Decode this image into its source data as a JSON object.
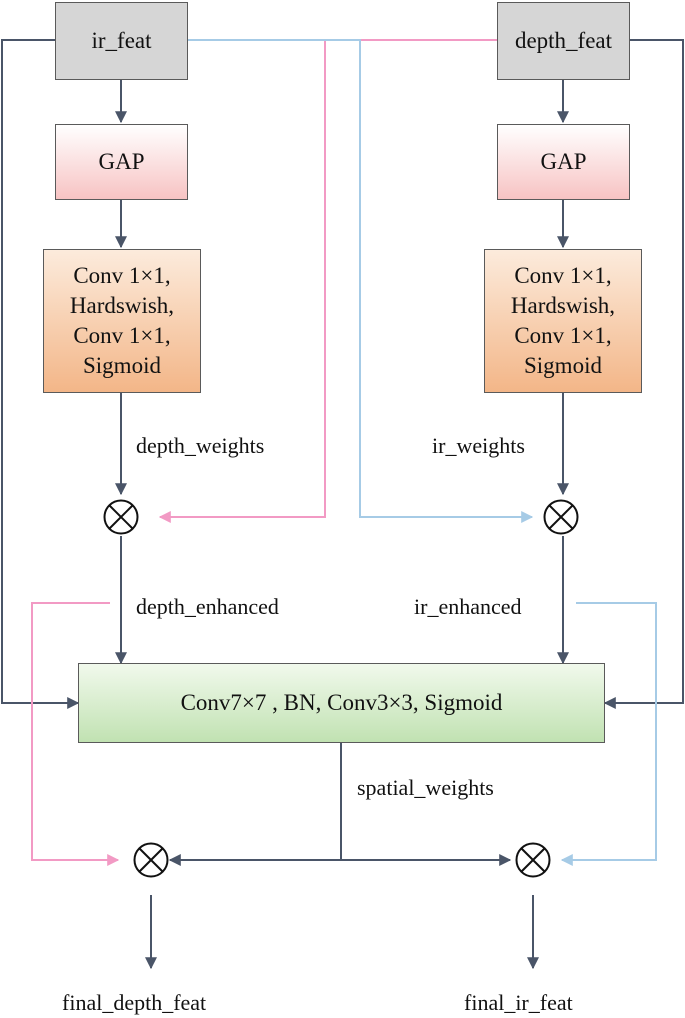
{
  "diagram": {
    "nodes": {
      "ir_feat": "ir_feat",
      "depth_feat": "depth_feat",
      "gap_left": "GAP",
      "gap_right": "GAP",
      "conv_left": [
        "Conv 1×1,",
        "Hardswish,",
        "Conv 1×1,",
        "Sigmoid"
      ],
      "conv_right": [
        "Conv 1×1,",
        "Hardswish,",
        "Conv 1×1,",
        "Sigmoid"
      ],
      "spatial_block": "Conv7×7 , BN, Conv3×3, Sigmoid"
    },
    "edge_labels": {
      "depth_weights": "depth_weights",
      "ir_weights": "ir_weights",
      "depth_enhanced": "depth_enhanced",
      "ir_enhanced": "ir_enhanced",
      "spatial_weights": "spatial_weights"
    },
    "outputs": {
      "final_depth_feat": "final_depth_feat",
      "final_ir_feat": "final_ir_feat"
    },
    "operators": {
      "multiply": "⊗"
    },
    "colors": {
      "arrow_dark": "#4a5568",
      "arrow_pink": "#f29ac4",
      "arrow_blue": "#a6cbe6",
      "feat_fill": "#d6d6d6",
      "gap_fill": "#f7c3c3",
      "conv_fill": "#f3b688",
      "spatial_fill": "#c1e2b2"
    }
  }
}
